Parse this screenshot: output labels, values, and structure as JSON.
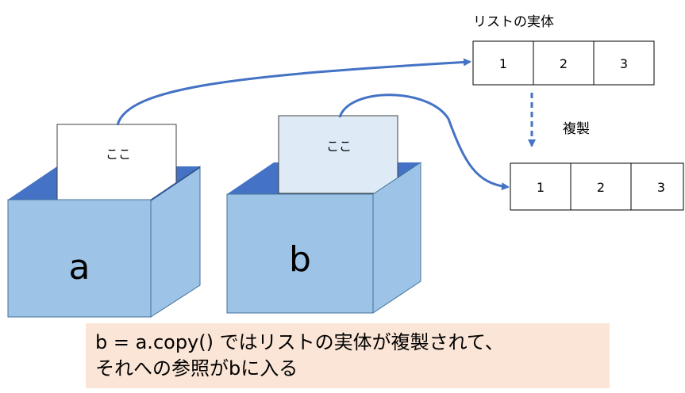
{
  "list_label": "リストの実体",
  "copy_label": "複製",
  "original_list": [
    "1",
    "2",
    "3"
  ],
  "copied_list": [
    "1",
    "2",
    "3"
  ],
  "box_a": {
    "name": "a",
    "card_text": "ここ"
  },
  "box_b": {
    "name": "b",
    "card_text": "ここ"
  },
  "caption": {
    "line1_code": "b = a.copy()",
    "line1_rest": " ではリストの実体が複製されて、",
    "line2_before": "それへの参照が",
    "line2_var": "b",
    "line2_after": "に入る"
  }
}
